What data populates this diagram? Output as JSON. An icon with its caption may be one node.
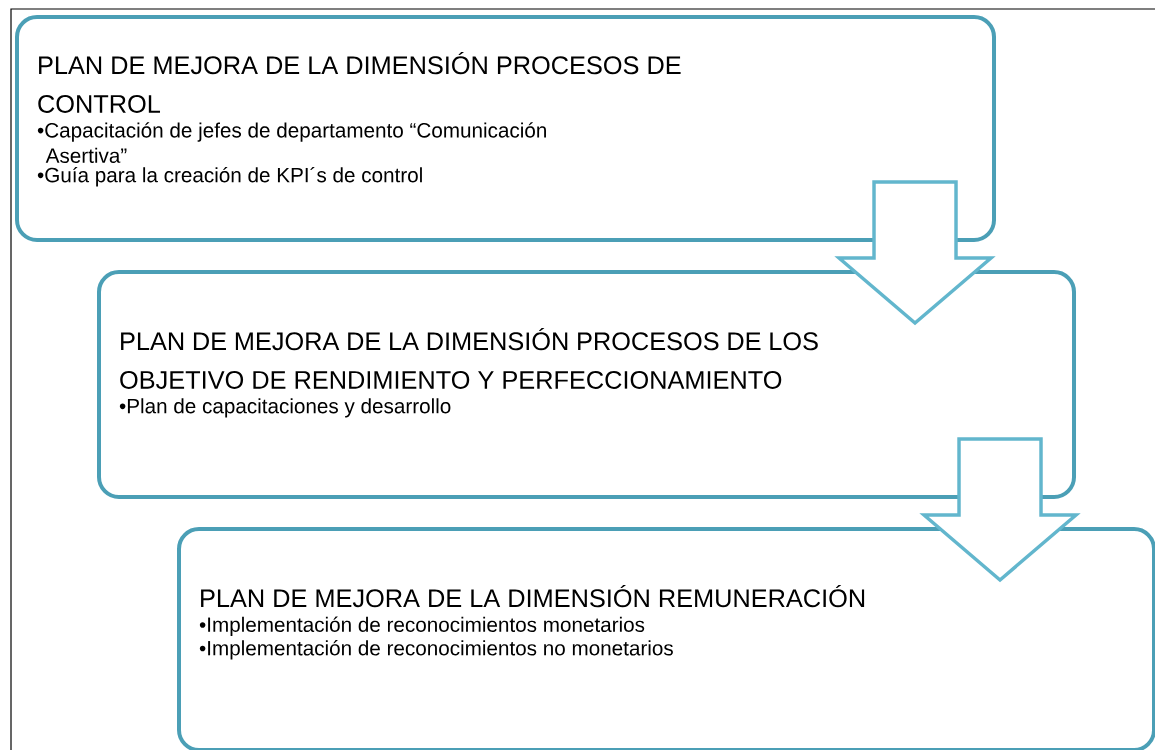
{
  "diagram": {
    "nodes": [
      {
        "text": [
          "PLAN  DE MEJORA DE LA DIMENSIÓN PROCESOS DE CONTROL",
          "•Capacitación de jefes de departamento “Comunicación Asertiva”",
          "•Guía para la creación de KPI´s de control"
        ]
      },
      {
        "text": [
          "PLAN DE MEJORA DE LA DIMENSIÓN PROCESOS DE LOS OBJETIVO DE RENDIMIENTO Y PERFECCIONAMIENTO",
          "•Plan de capacitaciones y desarrollo"
        ]
      },
      {
        "text": [
          "PLAN DE MEJORA DE LA DIMENSIÓN REMUNERACIÓN",
          "•Implementación de reconocimientos monetarios",
          "•Implementación de reconocimientos no monetarios"
        ]
      }
    ],
    "edges": [
      {
        "from": 0,
        "to": 1,
        "arrow": "to"
      },
      {
        "from": 1,
        "to": 2,
        "arrow": "to"
      }
    ]
  }
}
